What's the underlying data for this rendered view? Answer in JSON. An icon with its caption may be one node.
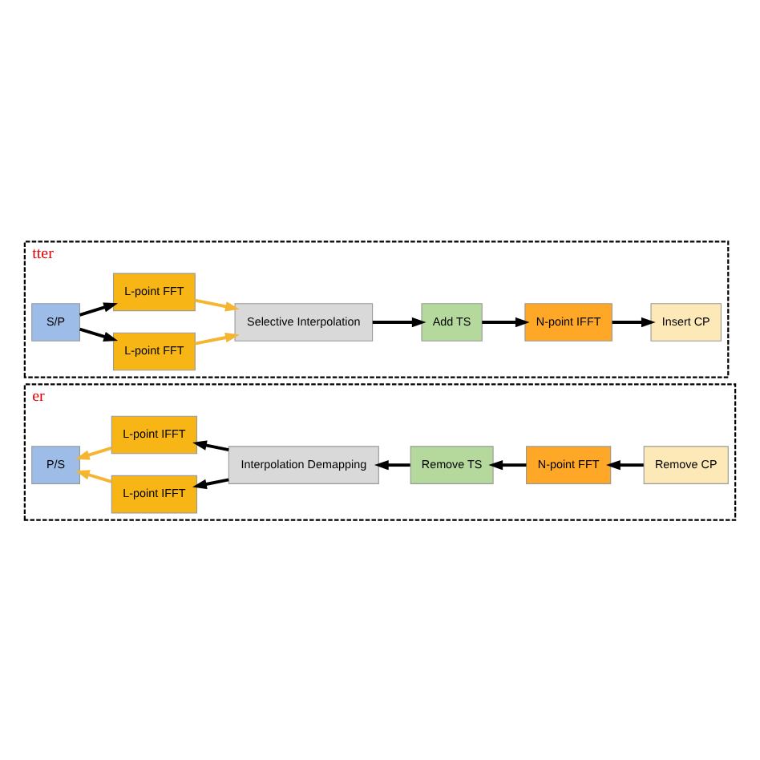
{
  "diagram": {
    "nodes": [
      {
        "text": [
          "tter"
        ]
      },
      {
        "text": [
          "S/P"
        ],
        "in": 0
      },
      {
        "text": [
          "L-point FFT"
        ],
        "in": 0
      },
      {
        "text": [
          "L-point FFT"
        ],
        "in": 0
      },
      {
        "text": [
          "Selective Interpolation"
        ],
        "in": 0
      },
      {
        "text": [
          "Add TS"
        ],
        "in": 0
      },
      {
        "text": [
          "N-point IFFT"
        ],
        "in": 0
      },
      {
        "text": [
          "Insert CP"
        ],
        "in": 0
      },
      {
        "text": [
          "er"
        ]
      },
      {
        "text": [
          "P/S"
        ],
        "in": 8
      },
      {
        "text": [
          "L-point IFFT"
        ],
        "in": 8
      },
      {
        "text": [
          "L-point IFFT"
        ],
        "in": 8
      },
      {
        "text": [
          "Interpolation Demapping"
        ],
        "in": 8
      },
      {
        "text": [
          "Remove TS"
        ],
        "in": 8
      },
      {
        "text": [
          "N-point FFT"
        ],
        "in": 8
      },
      {
        "text": [
          "Remove CP"
        ],
        "in": 8
      }
    ],
    "edges": [
      {
        "from": 1,
        "to": 2,
        "arrow": "to"
      },
      {
        "from": 1,
        "to": 3,
        "arrow": "to"
      },
      {
        "from": 2,
        "to": 4,
        "arrow": "to",
        "color": "#f5b532"
      },
      {
        "from": 3,
        "to": 4,
        "arrow": "to",
        "color": "#f5b532"
      },
      {
        "from": 4,
        "to": 5,
        "arrow": "to"
      },
      {
        "from": 5,
        "to": 6,
        "arrow": "to"
      },
      {
        "from": 6,
        "to": 7,
        "arrow": "to"
      },
      {
        "from": 15,
        "to": 14,
        "arrow": "to"
      },
      {
        "from": 14,
        "to": 13,
        "arrow": "to"
      },
      {
        "from": 13,
        "to": 12,
        "arrow": "to"
      },
      {
        "from": 12,
        "to": 10,
        "arrow": "to"
      },
      {
        "from": 12,
        "to": 11,
        "arrow": "to"
      },
      {
        "from": 10,
        "to": 9,
        "arrow": "to",
        "color": "#f5b532"
      },
      {
        "from": 11,
        "to": 9,
        "arrow": "to",
        "color": "#f5b532"
      }
    ]
  }
}
